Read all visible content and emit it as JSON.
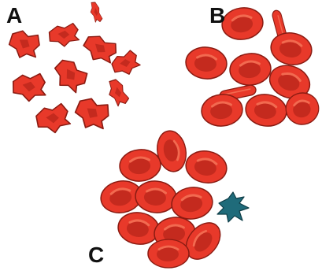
{
  "panels": {
    "a": {
      "label": "A"
    },
    "b": {
      "label": "B"
    },
    "c": {
      "label": "C"
    }
  },
  "colors": {
    "cell_fill": "#e8392a",
    "cell_highlight": "#f26a50",
    "cell_stroke": "#8a1b12",
    "cell_dark": "#c42a1e",
    "platelet": "#1f6b7a"
  }
}
